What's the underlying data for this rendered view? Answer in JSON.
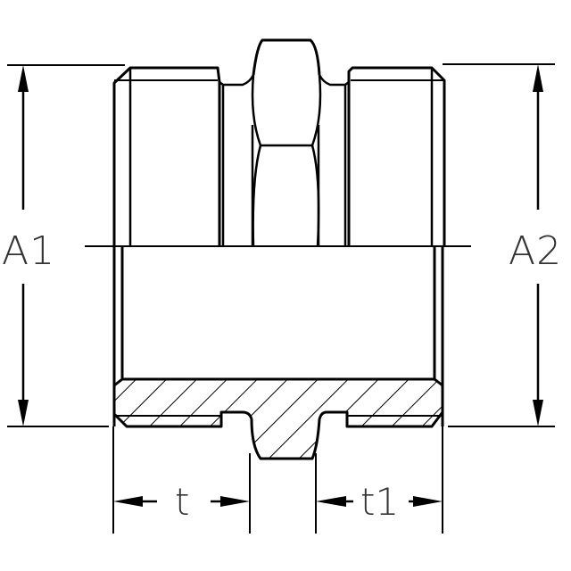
{
  "diagram": {
    "type": "technical-drawing",
    "subject": "double male hex nipple fitting, half-section view",
    "stroke_color": "#000000",
    "label_color": "#333333",
    "background": "#ffffff"
  },
  "dimensions": {
    "a1": {
      "label": "A1",
      "description": "left thread diameter"
    },
    "a2": {
      "label": "A2",
      "description": "right thread diameter"
    },
    "t": {
      "label": "t",
      "description": "left thread length"
    },
    "t1": {
      "label": "t1",
      "description": "right thread length"
    }
  }
}
